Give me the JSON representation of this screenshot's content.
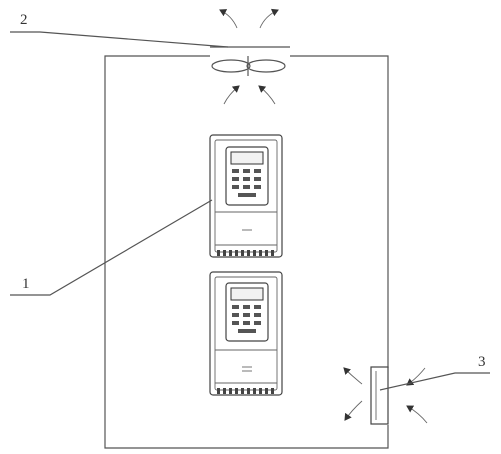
{
  "diagram": {
    "labels": {
      "fan": "2",
      "inverter": "1",
      "vent": "3"
    },
    "colors": {
      "line": "#555555",
      "text": "#333333",
      "background": "#ffffff"
    }
  }
}
